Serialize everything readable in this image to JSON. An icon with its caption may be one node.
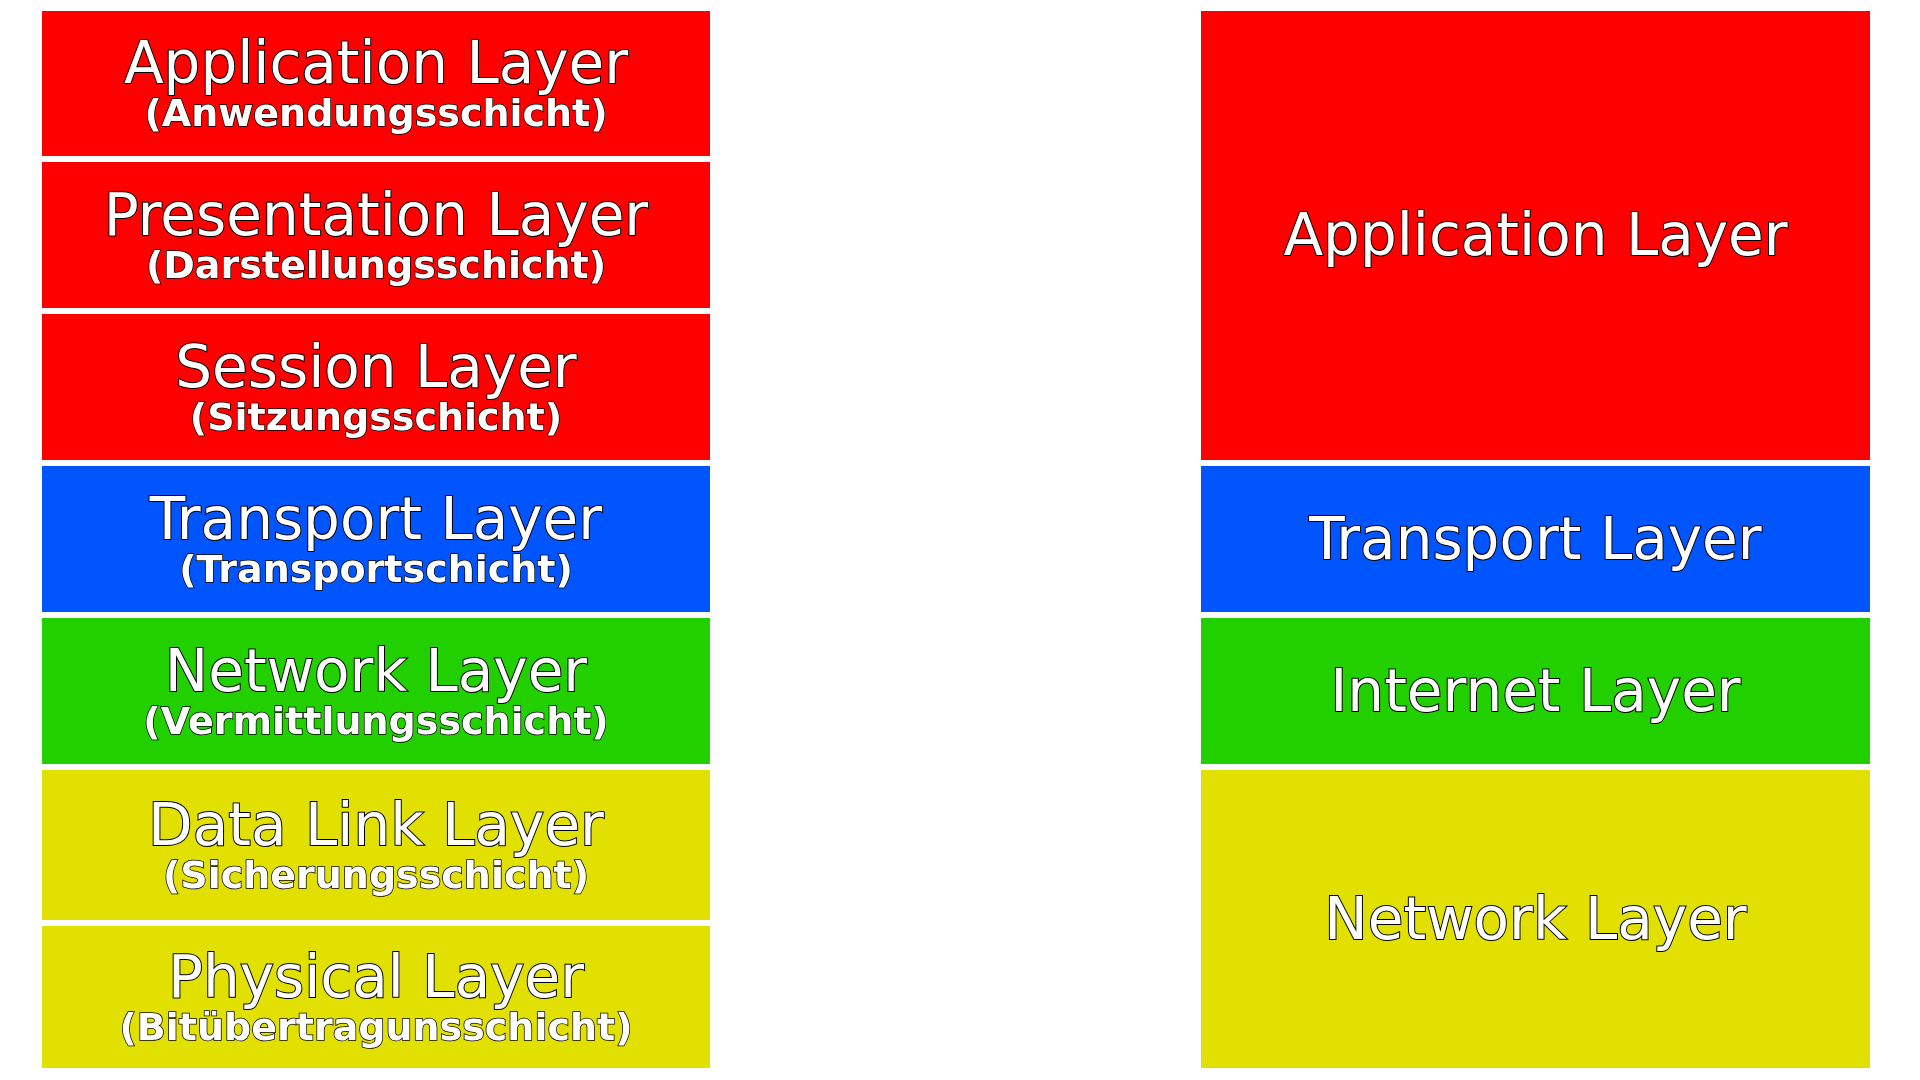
{
  "diagram": {
    "nodes": [
      {
        "text": [
          "Application Layer",
          "(Anwendungsschicht)"
        ]
      },
      {
        "text": [
          "Presentation Layer",
          "(Darstellungsschicht)"
        ]
      },
      {
        "text": [
          "Session Layer",
          "(Sitzungsschicht)"
        ]
      },
      {
        "text": [
          "Transport Layer",
          "(Transportschicht)"
        ]
      },
      {
        "text": [
          "Network Layer",
          "(Vermittlungsschicht)"
        ]
      },
      {
        "text": [
          "Data Link Layer",
          "(Sicherungsschicht)"
        ]
      },
      {
        "text": [
          "Physical Layer",
          "(Bitübertragunsschicht)"
        ]
      },
      {
        "text": [
          "Application Layer"
        ]
      },
      {
        "text": [
          "Transport Layer"
        ]
      },
      {
        "text": [
          "Internet Layer"
        ]
      },
      {
        "text": [
          "Network Layer"
        ]
      }
    ],
    "edges": []
  }
}
